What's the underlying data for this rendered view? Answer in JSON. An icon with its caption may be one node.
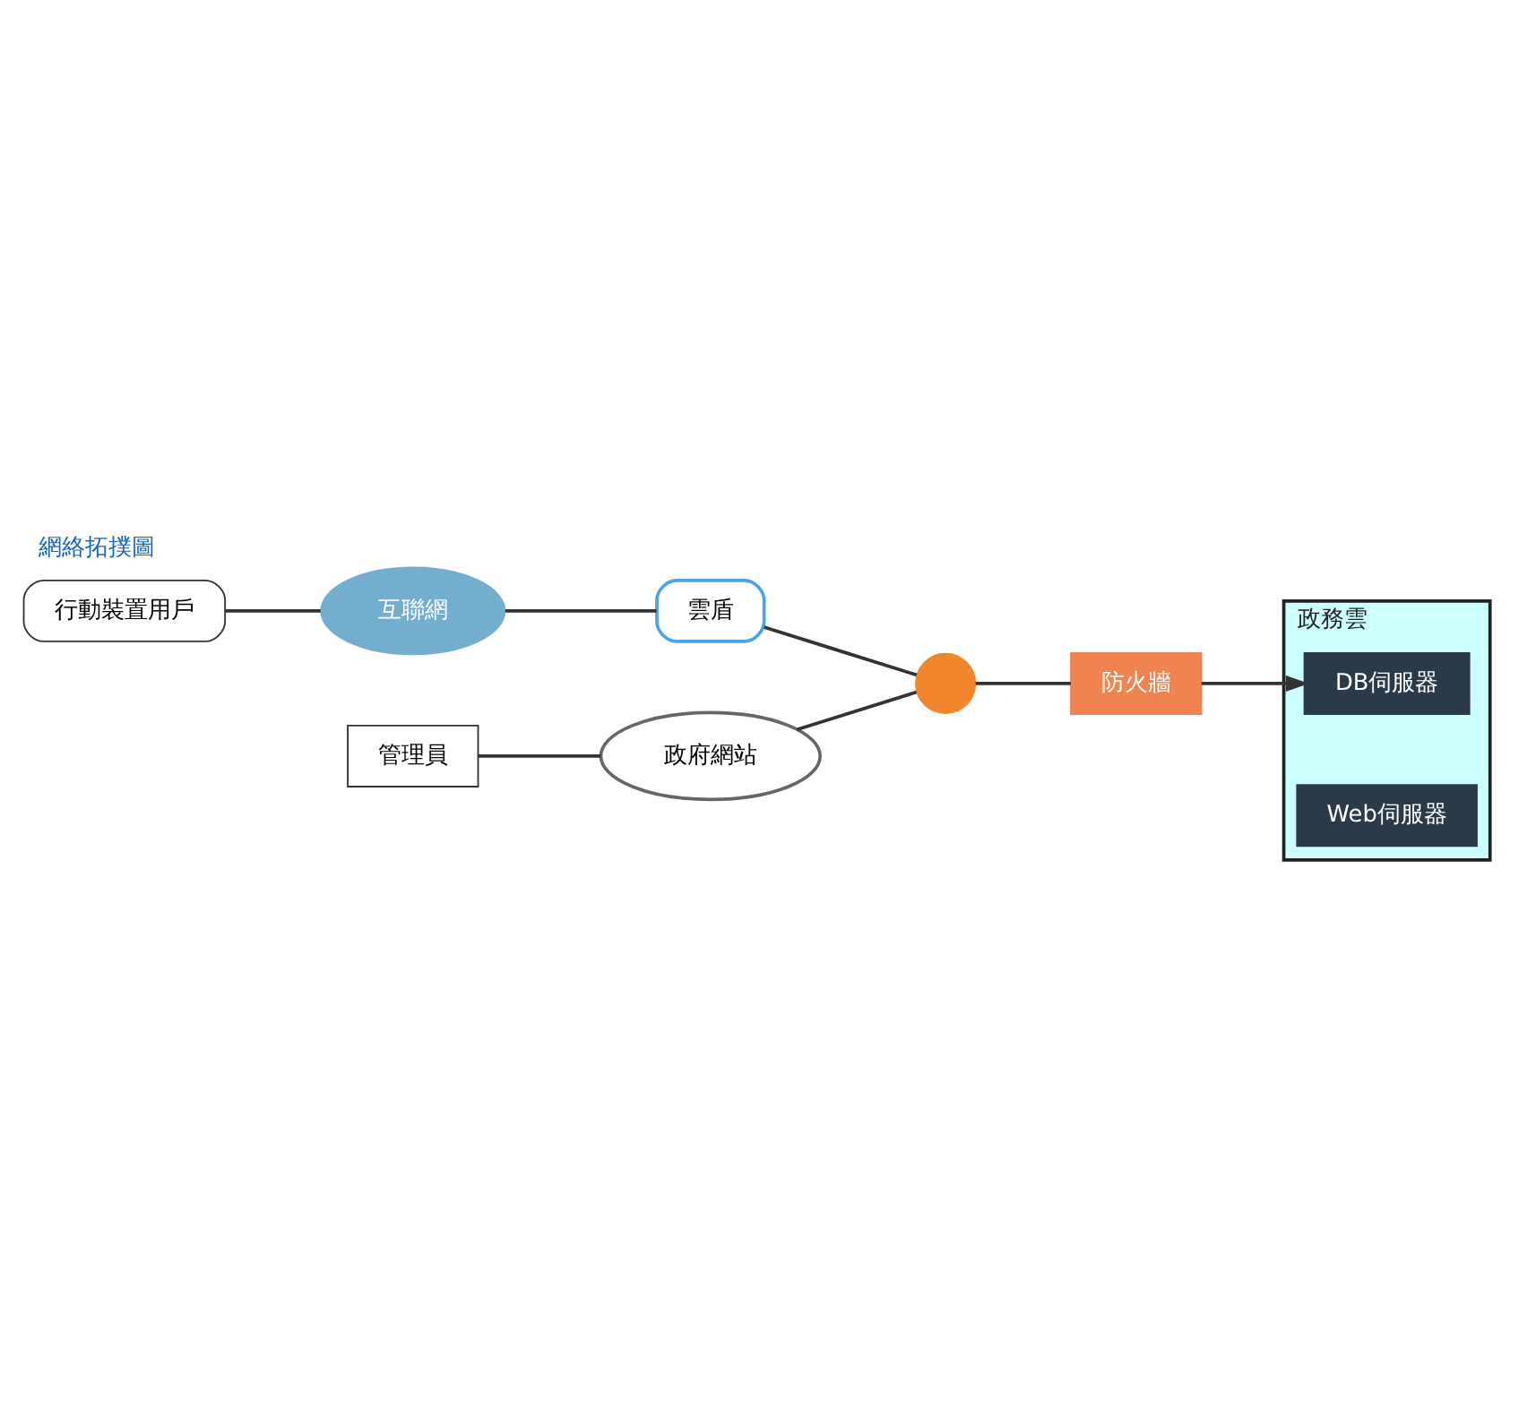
{
  "diagram": {
    "title": "網絡拓撲圖",
    "nodes": [
      {
        "text": [
          "行動裝置用戶"
        ]
      },
      {
        "text": [
          "互聯網"
        ]
      },
      {
        "text": [
          "雲盾"
        ]
      },
      {
        "text": [
          "管理員"
        ]
      },
      {
        "text": [
          "政府網站"
        ]
      },
      {
        "text": [],
        "shape": "circle"
      },
      {
        "text": [
          "防火牆"
        ]
      },
      {
        "text": [
          "政務雲"
        ]
      },
      {
        "text": [
          "DB伺服器"
        ],
        "in": 7
      },
      {
        "text": [
          "Web伺服器"
        ],
        "in": 7
      }
    ],
    "edges": [
      {
        "from": 0,
        "to": 1,
        "arrow": "none"
      },
      {
        "from": 1,
        "to": 2,
        "arrow": "none"
      },
      {
        "from": 2,
        "to": 5,
        "arrow": "none"
      },
      {
        "from": 3,
        "to": 4,
        "arrow": "none"
      },
      {
        "from": 4,
        "to": 5,
        "arrow": "none"
      },
      {
        "from": 5,
        "to": 6,
        "arrow": "none"
      },
      {
        "from": 6,
        "to": 8,
        "arrow": "to"
      }
    ]
  }
}
